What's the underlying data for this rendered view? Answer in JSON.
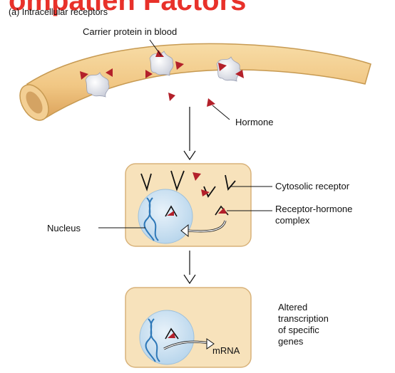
{
  "header": {
    "partial_title": "ompatien Factors",
    "panel_title": "(a) Intracellular receptors"
  },
  "labels": {
    "carrier_protein": "Carrier protein in blood",
    "hormone": "Hormone",
    "cytosolic_receptor": "Cytosolic receptor",
    "receptor_hormone_line1": "Receptor-hormone",
    "receptor_hormone_line2": "complex",
    "nucleus": "Nucleus",
    "altered_line1": "Altered",
    "altered_line2": "transcription",
    "altered_line3": "of specific",
    "altered_line4": "genes",
    "mrna": "mRNA"
  },
  "colors": {
    "title_red": "#e8312a",
    "vessel_fill": "#f1c784",
    "vessel_stroke": "#c79a52",
    "cell_fill": "#f7e2bb",
    "cell_stroke": "#d8b27a",
    "nucleus_fill": "#cfe3f2",
    "dna_blue": "#2e78b8",
    "hormone_red": "#b3202a",
    "carrier_fill": "#eef0f6"
  }
}
